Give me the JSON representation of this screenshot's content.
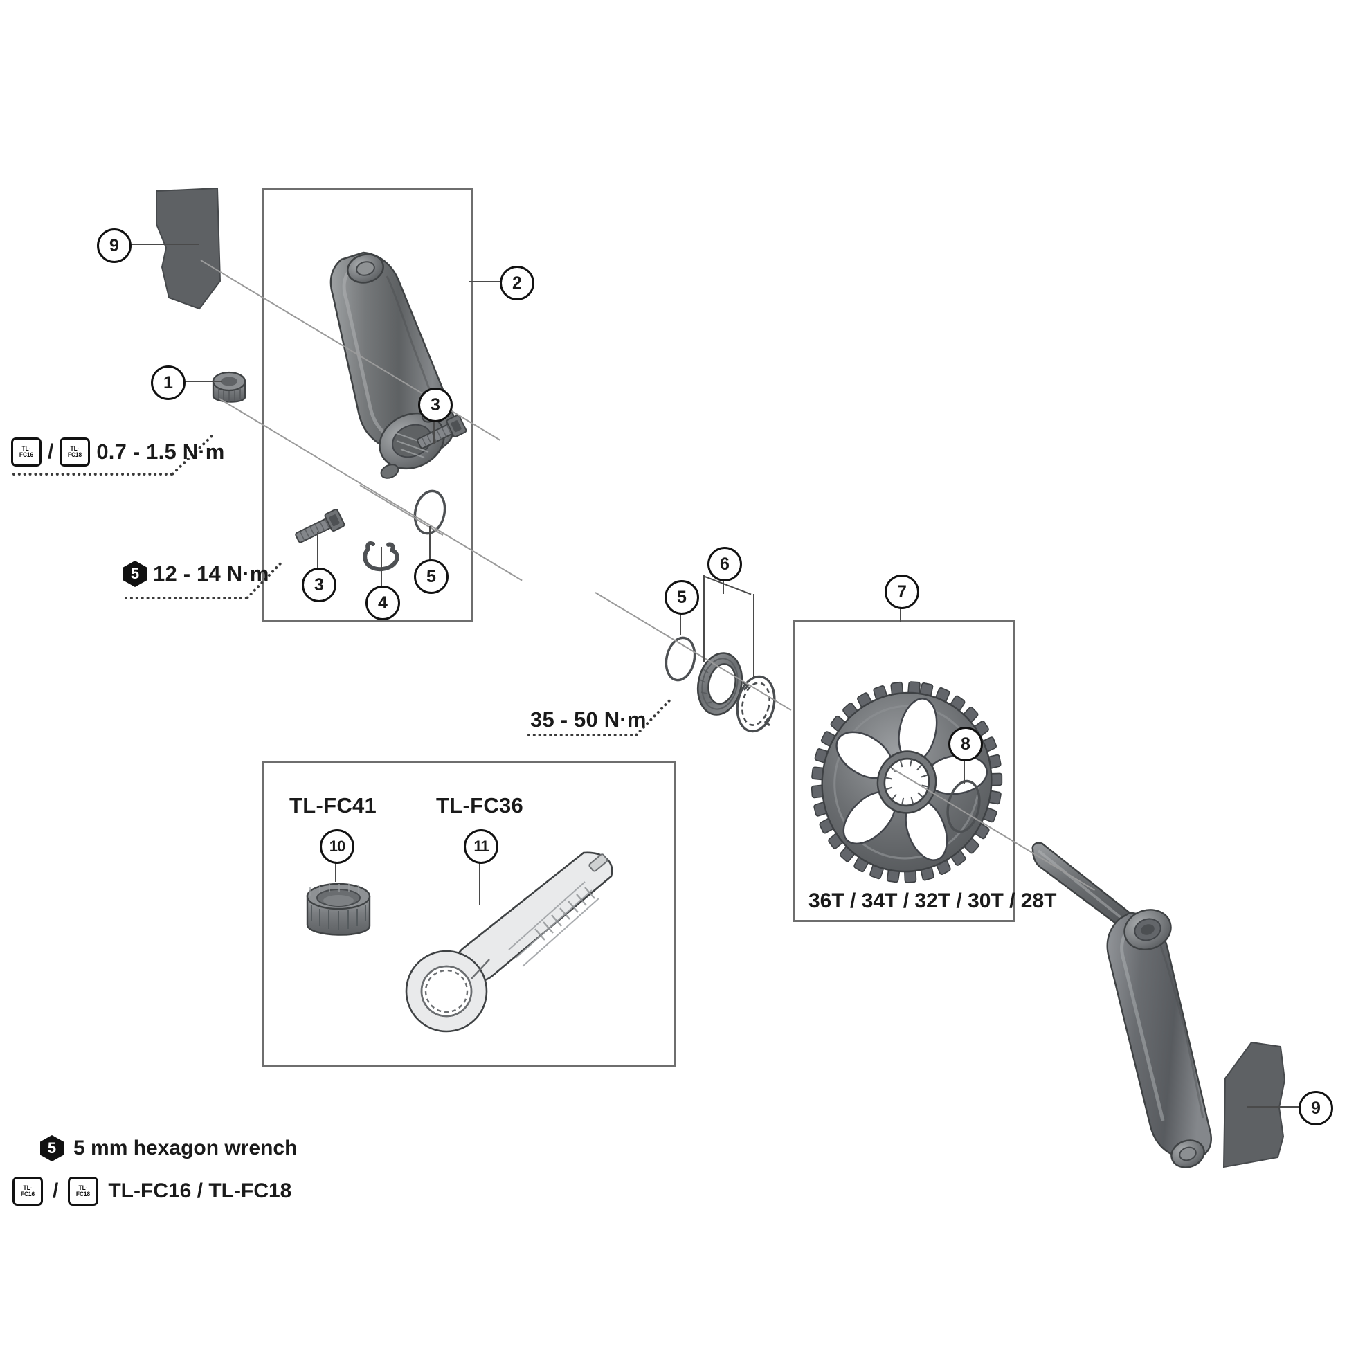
{
  "diagram": {
    "title": "Shimano crankset exploded view",
    "callouts": [
      {
        "id": "c1",
        "number": "1"
      },
      {
        "id": "c2",
        "number": "2"
      },
      {
        "id": "c3a",
        "number": "3"
      },
      {
        "id": "c3b",
        "number": "3"
      },
      {
        "id": "c4",
        "number": "4"
      },
      {
        "id": "c5a",
        "number": "5"
      },
      {
        "id": "c5b",
        "number": "5"
      },
      {
        "id": "c6",
        "number": "6"
      },
      {
        "id": "c7",
        "number": "7"
      },
      {
        "id": "c8",
        "number": "8"
      },
      {
        "id": "c9a",
        "number": "9"
      },
      {
        "id": "c9b",
        "number": "9"
      },
      {
        "id": "c10",
        "number": "10"
      },
      {
        "id": "c11",
        "number": "11"
      }
    ],
    "torque_specs": [
      {
        "id": "cap_bolt",
        "tools": [
          "TL-FC16",
          "TL-FC18"
        ],
        "separator": "/",
        "value": "0.7 - 1.5 N·m"
      },
      {
        "id": "crank_bolts",
        "tools": [
          "5"
        ],
        "value": "12 - 14 N·m"
      },
      {
        "id": "lockring",
        "tools": [],
        "value": "35 - 50 N·m"
      }
    ],
    "chainring_box": {
      "sizes_label": "36T / 34T / 32T / 30T / 28T"
    },
    "tool_box": {
      "tools": [
        {
          "name": "TL-FC41",
          "callout": "10"
        },
        {
          "name": "TL-FC36",
          "callout": "11"
        }
      ]
    },
    "legend": [
      {
        "icon": "hexagon-5-badge",
        "badge_text": "5",
        "label": "5 mm hexagon wrench"
      },
      {
        "icon": "tl-fc-tool-badge",
        "badge_text": "TL-FC16 / TL-FC18",
        "label": "TL-FC16 / TL-FC18"
      }
    ],
    "badge_labels": {
      "tl_fc16_line1": "TL-",
      "tl_fc16_line2": "FC16",
      "tl_fc18_line1": "TL-",
      "tl_fc18_line2": "FC18",
      "hex_five": "5"
    },
    "colors": {
      "line": "#4a4a4a",
      "axis": "#9a9a9a",
      "box": "#6e6e6e",
      "part_dark": "#5a5c5e",
      "part_mid": "#7d8082",
      "part_light": "#a7aaac",
      "text": "#1a1a1a"
    }
  }
}
